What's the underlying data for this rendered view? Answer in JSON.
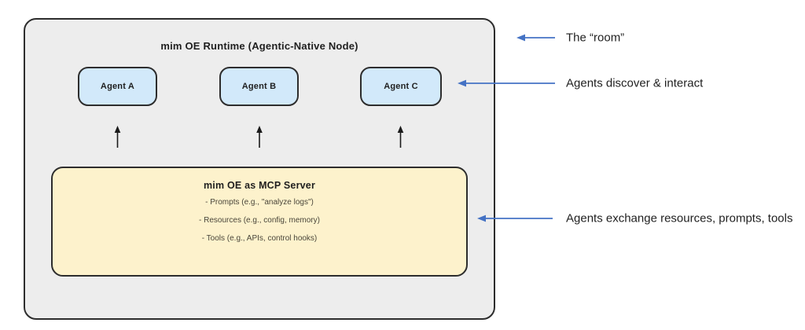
{
  "runtime": {
    "title": "mim OE Runtime (Agentic-Native Node)"
  },
  "agents": [
    {
      "label": "Agent A"
    },
    {
      "label": "Agent B"
    },
    {
      "label": "Agent C"
    }
  ],
  "mcp": {
    "title": "mim OE as MCP Server",
    "items": [
      "- Prompts (e.g., \"analyze logs\")",
      "- Resources (e.g., config, memory)",
      "- Tools (e.g., APIs, control hooks)"
    ]
  },
  "annotations": [
    {
      "label": "The “room”"
    },
    {
      "label": "Agents discover & interact"
    },
    {
      "label": "Agents exchange resources, prompts, tools"
    }
  ],
  "colors": {
    "room_fill": "#ededed",
    "agent_fill": "#d2e9fa",
    "mcp_fill": "#fdf2cc",
    "outline": "#2d2d2d",
    "flow_arrow_black": "#1a1a1a",
    "annotation_arrow_blue": "#4472c4",
    "text": "#1f1f1f"
  }
}
